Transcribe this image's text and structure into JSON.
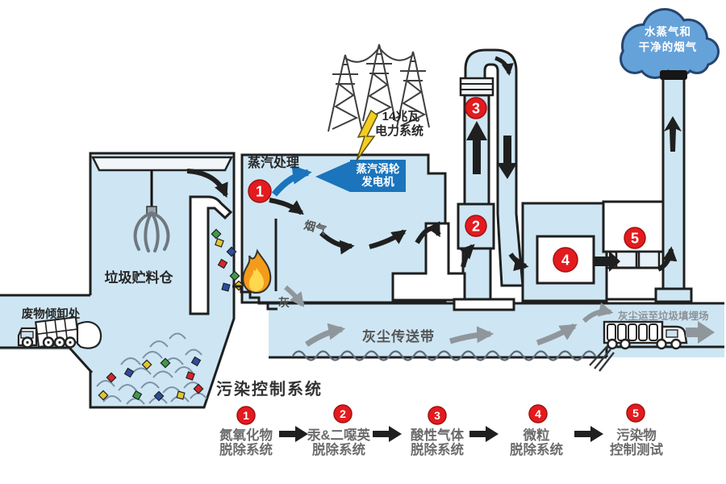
{
  "colors": {
    "plant_fill": "#cee6f3",
    "outline": "#1f1f1f",
    "accent_blue": "#1b74bc",
    "badge_red": "#e31b1e",
    "cloud_blue": "#66a2da",
    "conveyor_gray": "#8f979c",
    "lightning_yellow": "#f3cd21",
    "fire_orange": "#f59b1b",
    "fire_yellow": "#ffd84d"
  },
  "cloud": {
    "line1": "水蒸气和",
    "line2": "干净的烟气"
  },
  "power": {
    "line1": "14兆瓦",
    "line2": "电力系统"
  },
  "turbine": {
    "line1": "蒸汽涡轮",
    "line2": "发电机"
  },
  "labels": {
    "steam_treatment": "蒸汽处理",
    "flue_gas": "烟气",
    "bunker": "垃圾贮料仓",
    "tipping": "废物倾卸处",
    "ash": "灰",
    "conveyor": "灰尘传送带",
    "landfill": "灰尘运至垃圾填埋场"
  },
  "legend": {
    "title": "污染控制系统",
    "items": [
      {
        "num": "1",
        "line1": "氮氧化物",
        "line2": "脱除系统"
      },
      {
        "num": "2",
        "line1": "汞&二噁英",
        "line2": "脱除系统"
      },
      {
        "num": "3",
        "line1": "酸性气体",
        "line2": "脱除系统"
      },
      {
        "num": "4",
        "line1": "微粒",
        "line2": "脱除系统"
      },
      {
        "num": "5",
        "line1": "污染物",
        "line2": "控制测试"
      }
    ]
  }
}
